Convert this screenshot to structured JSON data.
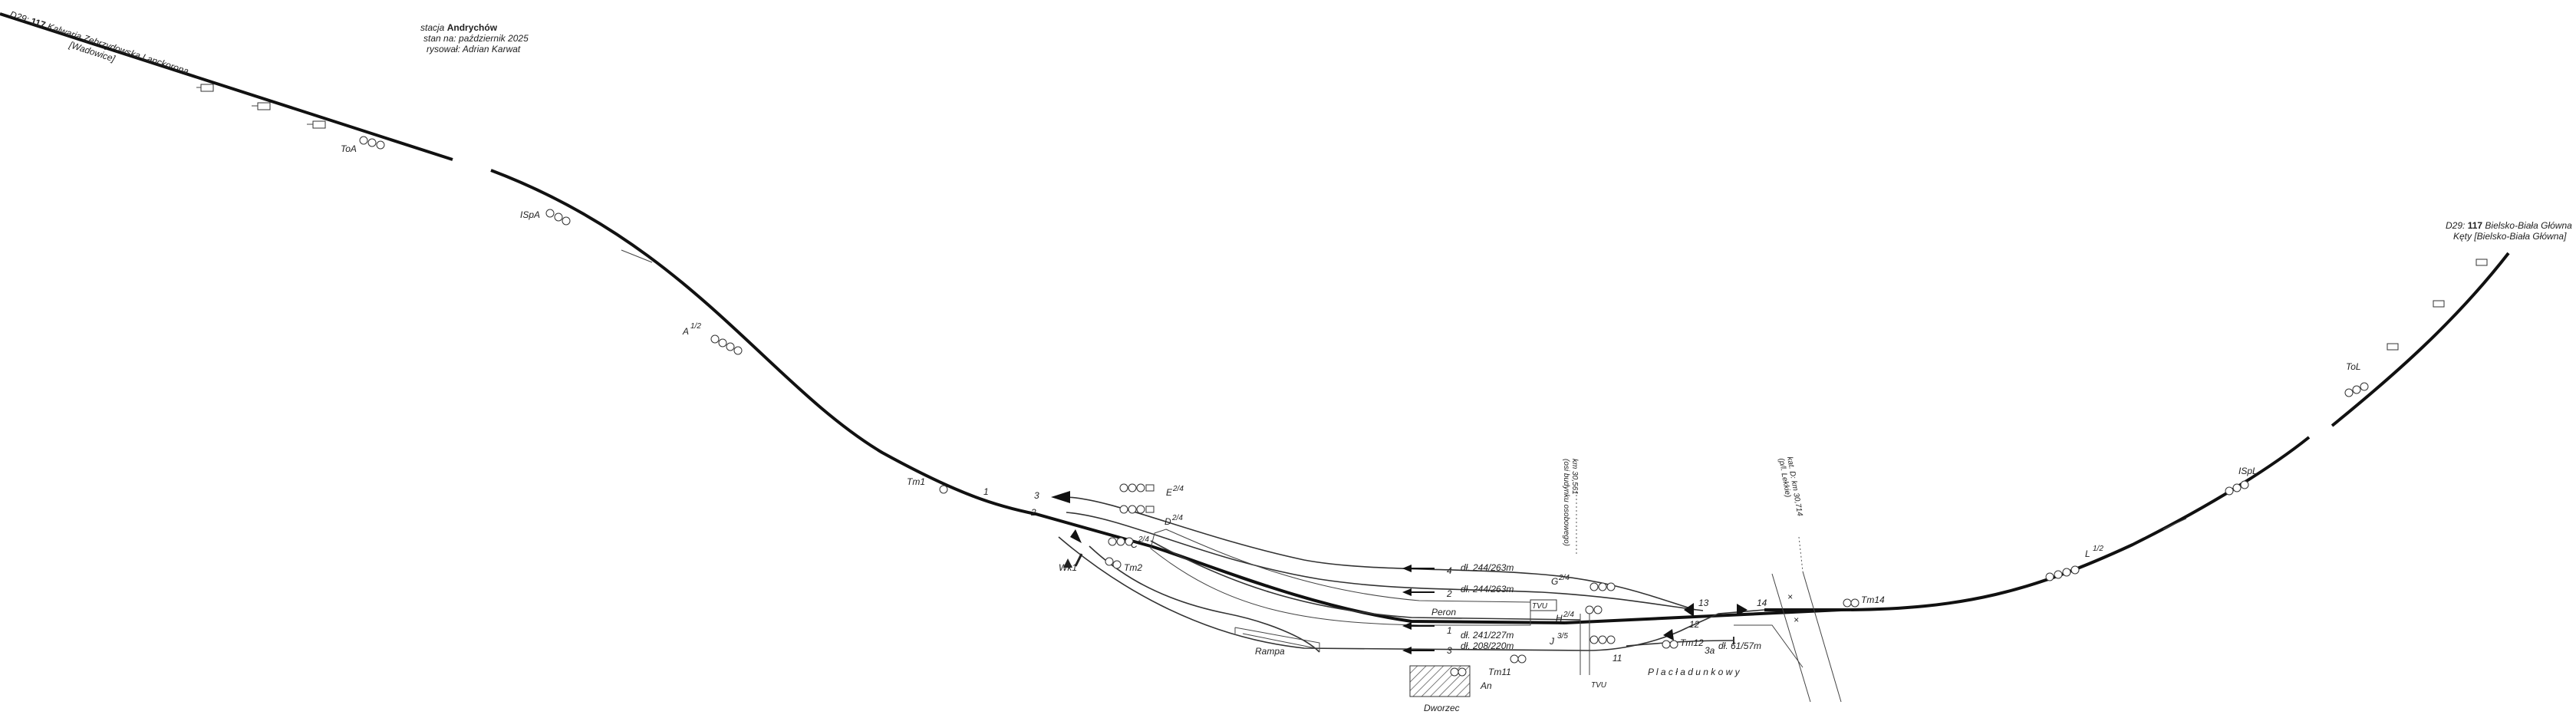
{
  "station": {
    "line1_prefix": "stacja",
    "line1_name": "Andrychów",
    "line2": "stan na: październik 2025",
    "line3": "rysował: Adrian Karwat"
  },
  "directions": {
    "left_code": "D29:",
    "left_line": "117",
    "left_name": "Kalwaria Zebrzydowska Lanckorona",
    "left_sub": "[Wadowice]",
    "right_code": "D29:",
    "right_line": "117",
    "right_name": "Bielsko-Biała Główna",
    "right_sub": "Kęty [Bielsko-Biała Główna]"
  },
  "signals": {
    "toa": "ToA",
    "ispa": "ISpA",
    "a": "A",
    "a_sup": "1/2",
    "tm1": "Tm1",
    "tm2": "Tm2",
    "wk1": "Wk1",
    "e": "E",
    "e_sup": "2/4",
    "d": "D",
    "d_sup": "2/4",
    "c": "C",
    "c_sup": "2/4",
    "g": "G",
    "g_sup": "2/4",
    "h": "H",
    "h_sup": "2/4",
    "j": "J",
    "j_sup": "3/5",
    "tm11": "Tm11",
    "tm12": "Tm12",
    "tm14": "Tm14",
    "an": "An",
    "tvu_1": "TVU",
    "tvu_2": "TVU",
    "l": "L",
    "l_sup": "1/2",
    "ispl": "ISpL",
    "tol": "ToL"
  },
  "tracks": {
    "t4": "4",
    "t4_len": "dł. 244/263m",
    "t2": "2",
    "t2_len": "dł. 244/263m",
    "t1": "1",
    "t1_len": "dł. 241/227m",
    "t3": "3",
    "t3_len": "dł. 208/220m",
    "t3a": "3a",
    "t3a_len": "dł. 61/57m"
  },
  "switches": {
    "s1": "1",
    "s2": "2",
    "s3": "3",
    "s11": "11",
    "s12": "12",
    "s13": "13",
    "s14": "14"
  },
  "places": {
    "peron": "Peron",
    "rampa": "Rampa",
    "dworzec": "Dworzec",
    "plac": "P l a c   ł a d u n k o w y"
  },
  "km": {
    "axis": "km 30,561",
    "axis_sub": "(osi budynku osobowego)",
    "nat": "kat. D: km 30,714",
    "nat_sub": "(p/l. Lekkie)"
  },
  "colors": {
    "track": "#111111",
    "hatch": "#555555"
  }
}
